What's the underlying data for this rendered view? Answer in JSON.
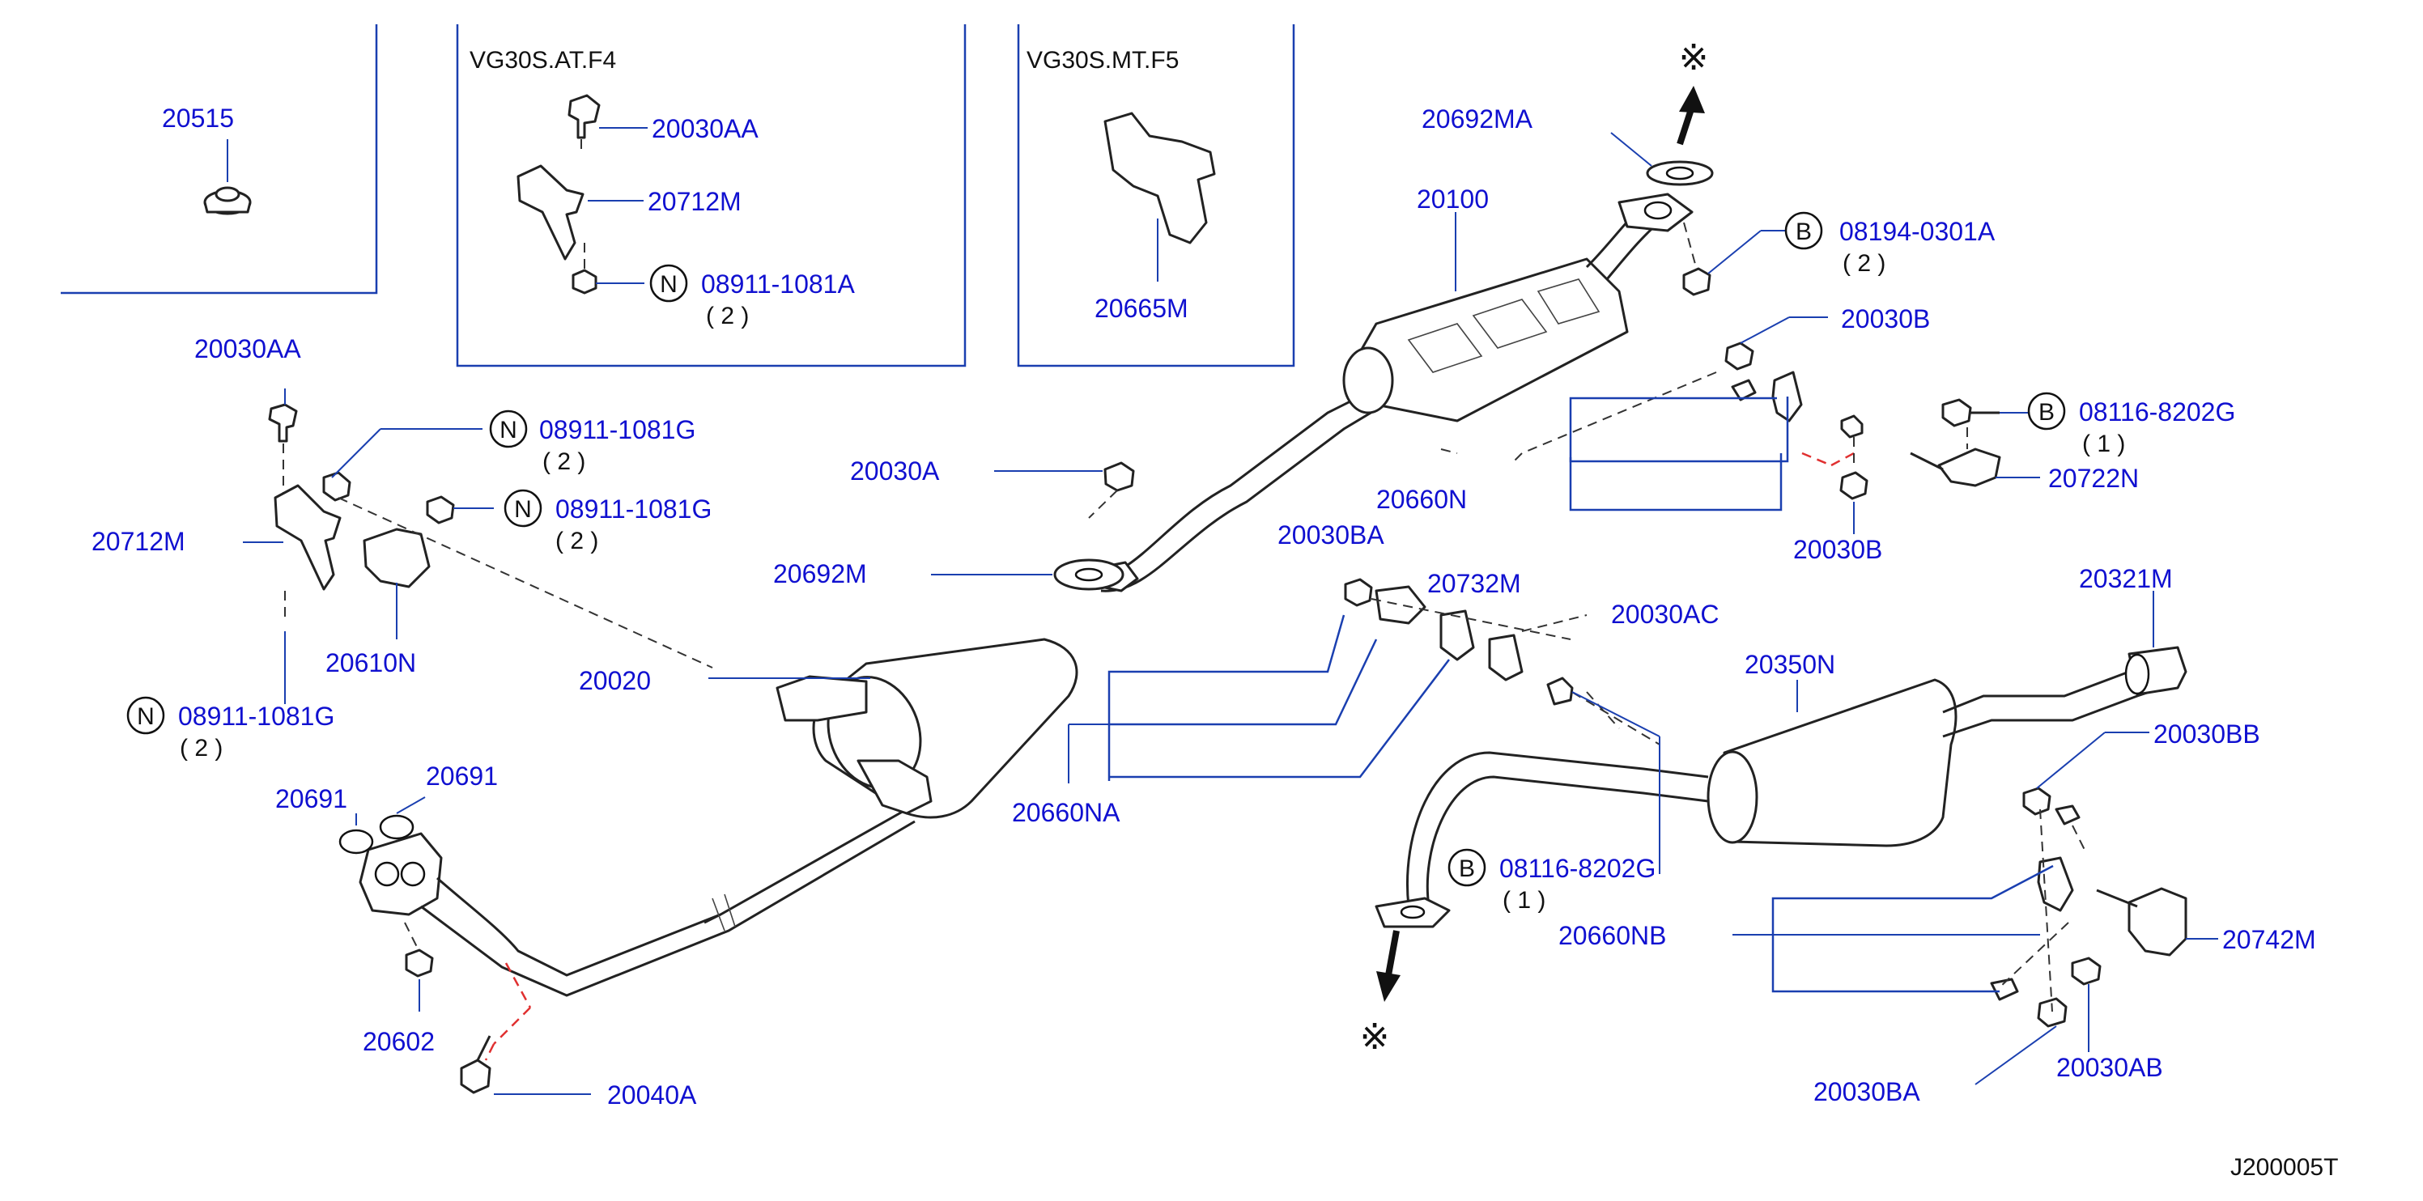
{
  "diagram_code": "J200005T",
  "insets": {
    "at_header": "VG30S.AT.F4",
    "mt_header": "VG30S.MT.F5"
  },
  "callouts": {
    "p20515": "20515",
    "p20030AA_inset": "20030AA",
    "p20712M_inset": "20712M",
    "p08911_1081A": "08911-1081A",
    "q08911_1081A": "( 2 )",
    "p20665M": "20665M",
    "p20692MA": "20692MA",
    "p20100": "20100",
    "p08194_0301A": "08194-0301A",
    "q08194_0301A": "( 2 )",
    "p20030B_top": "20030B",
    "p08116_8202G_top": "08116-8202G",
    "q08116_8202G_top": "( 1 )",
    "p20722N": "20722N",
    "p20660N": "20660N",
    "p20030B_bottom": "20030B",
    "p20030AA_left": "20030AA",
    "p08911_1081G_a": "08911-1081G",
    "q08911_1081G_a": "( 2 )",
    "p08911_1081G_b": "08911-1081G",
    "q08911_1081G_b": "( 2 )",
    "p20712M_left": "20712M",
    "p20610N": "20610N",
    "p08911_1081G_c": "08911-1081G",
    "q08911_1081G_c": "( 2 )",
    "p20030A": "20030A",
    "p20692M": "20692M",
    "p20030BA_mid": "20030BA",
    "p20732M": "20732M",
    "p20030AC": "20030AC",
    "p20020": "20020",
    "p20660NA": "20660NA",
    "p20691_a": "20691",
    "p20691_b": "20691",
    "p20602": "20602",
    "p20040A": "20040A",
    "p20321M": "20321M",
    "p20350N": "20350N",
    "p20030BB": "20030BB",
    "p08116_8202G_mid": "08116-8202G",
    "q08116_8202G_mid": "( 1 )",
    "p20660NB": "20660NB",
    "p20742M": "20742M",
    "p20030AB": "20030AB",
    "p20030BA_bottom": "20030BA"
  },
  "prefix_symbols": {
    "nut": "N",
    "bolt": "B"
  },
  "reference_mark": "※",
  "icons": [
    "arrow-up-icon",
    "arrow-down-icon",
    "reference-mark-icon"
  ]
}
